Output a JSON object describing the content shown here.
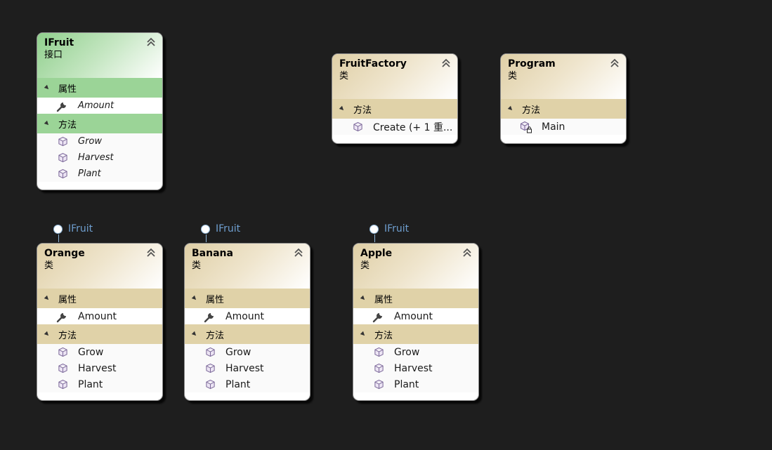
{
  "shapes": {
    "ifruit": {
      "name": "IFruit",
      "kind": "接口",
      "sections": [
        {
          "title": "属性",
          "members": [
            {
              "label": "Amount",
              "icon": "wrench-icon"
            }
          ]
        },
        {
          "title": "方法",
          "members": [
            {
              "label": "Grow",
              "icon": "cube-icon"
            },
            {
              "label": "Harvest",
              "icon": "cube-icon"
            },
            {
              "label": "Plant",
              "icon": "cube-icon"
            }
          ]
        }
      ]
    },
    "fruitfactory": {
      "name": "FruitFactory",
      "kind": "类",
      "sections": [
        {
          "title": "方法",
          "members": [
            {
              "label": "Create (+ 1 重...",
              "icon": "cube-icon"
            }
          ]
        }
      ]
    },
    "program": {
      "name": "Program",
      "kind": "类",
      "sections": [
        {
          "title": "方法",
          "members": [
            {
              "label": "Main",
              "icon": "private-cube-icon"
            }
          ]
        }
      ]
    },
    "orange": {
      "name": "Orange",
      "kind": "类",
      "lollipop": "IFruit",
      "sections": [
        {
          "title": "属性",
          "members": [
            {
              "label": "Amount",
              "icon": "wrench-icon"
            }
          ]
        },
        {
          "title": "方法",
          "members": [
            {
              "label": "Grow",
              "icon": "cube-icon"
            },
            {
              "label": "Harvest",
              "icon": "cube-icon"
            },
            {
              "label": "Plant",
              "icon": "cube-icon"
            }
          ]
        }
      ]
    },
    "banana": {
      "name": "Banana",
      "kind": "类",
      "lollipop": "IFruit",
      "sections": [
        {
          "title": "属性",
          "members": [
            {
              "label": "Amount",
              "icon": "wrench-icon"
            }
          ]
        },
        {
          "title": "方法",
          "members": [
            {
              "label": "Grow",
              "icon": "cube-icon"
            },
            {
              "label": "Harvest",
              "icon": "cube-icon"
            },
            {
              "label": "Plant",
              "icon": "cube-icon"
            }
          ]
        }
      ]
    },
    "apple": {
      "name": "Apple",
      "kind": "类",
      "lollipop": "IFruit",
      "sections": [
        {
          "title": "属性",
          "members": [
            {
              "label": "Amount",
              "icon": "wrench-icon"
            }
          ]
        },
        {
          "title": "方法",
          "members": [
            {
              "label": "Grow",
              "icon": "cube-icon"
            },
            {
              "label": "Harvest",
              "icon": "cube-icon"
            },
            {
              "label": "Plant",
              "icon": "cube-icon"
            }
          ]
        }
      ]
    }
  },
  "colors": {
    "canvas": "#1e1e1e",
    "class_section": "#e0d2a8",
    "interface_section": "#9bd497",
    "lollipop": "#6f9fd0"
  }
}
